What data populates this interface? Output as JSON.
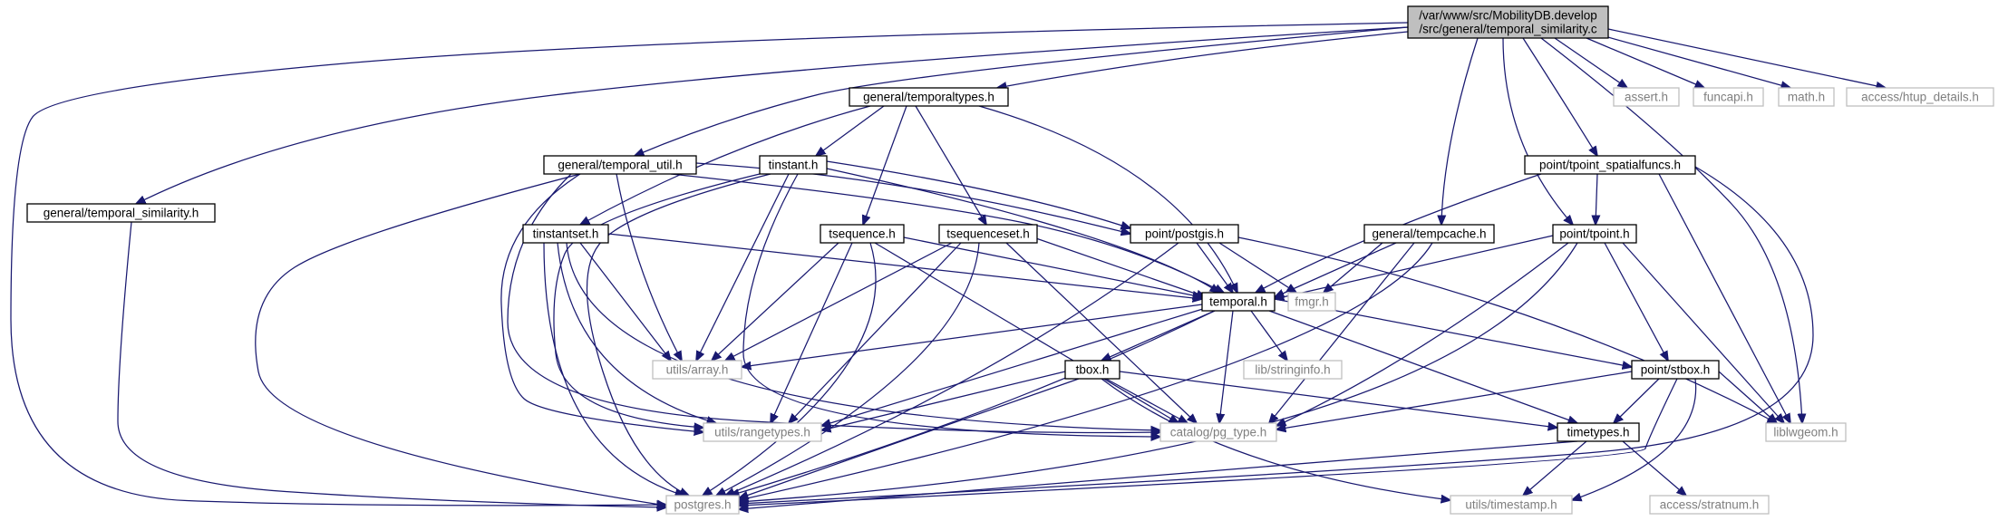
{
  "graph": {
    "root": "temporal_similarity_c",
    "nodes": [
      {
        "id": "temporal_similarity_c",
        "lines": [
          "/var/www/src/MobilityDB.develop",
          "/src/general/temporal_similarity.c"
        ],
        "kind": "root"
      },
      {
        "id": "postgres_h",
        "lines": [
          "postgres.h"
        ],
        "kind": "system"
      },
      {
        "id": "general_temporal_similarity_h",
        "lines": [
          "general/temporal_similarity.h"
        ],
        "kind": "local"
      },
      {
        "id": "general_temporal_util_h",
        "lines": [
          "general/temporal_util.h"
        ],
        "kind": "local"
      },
      {
        "id": "general_temporaltypes_h",
        "lines": [
          "general/temporaltypes.h"
        ],
        "kind": "local"
      },
      {
        "id": "general_tempcache_h",
        "lines": [
          "general/tempcache.h"
        ],
        "kind": "local"
      },
      {
        "id": "point_tpoint_spatialfuncs_h",
        "lines": [
          "point/tpoint_spatialfuncs.h"
        ],
        "kind": "local"
      },
      {
        "id": "point_tpoint_h",
        "lines": [
          "point/tpoint.h"
        ],
        "kind": "local"
      },
      {
        "id": "assert_h",
        "lines": [
          "assert.h"
        ],
        "kind": "system"
      },
      {
        "id": "funcapi_h",
        "lines": [
          "funcapi.h"
        ],
        "kind": "system"
      },
      {
        "id": "math_h",
        "lines": [
          "math.h"
        ],
        "kind": "system"
      },
      {
        "id": "access_htup_details_h",
        "lines": [
          "access/htup_details.h"
        ],
        "kind": "system"
      },
      {
        "id": "liblwgeom_h",
        "lines": [
          "liblwgeom.h"
        ],
        "kind": "system"
      },
      {
        "id": "tinstant_h",
        "lines": [
          "tinstant.h"
        ],
        "kind": "local"
      },
      {
        "id": "tinstantset_h",
        "lines": [
          "tinstantset.h"
        ],
        "kind": "local"
      },
      {
        "id": "tsequence_h",
        "lines": [
          "tsequence.h"
        ],
        "kind": "local"
      },
      {
        "id": "tsequenceset_h",
        "lines": [
          "tsequenceset.h"
        ],
        "kind": "local"
      },
      {
        "id": "point_postgis_h",
        "lines": [
          "point/postgis.h"
        ],
        "kind": "local"
      },
      {
        "id": "temporal_h",
        "lines": [
          "temporal.h"
        ],
        "kind": "local"
      },
      {
        "id": "fmgr_h",
        "lines": [
          "fmgr.h"
        ],
        "kind": "system"
      },
      {
        "id": "utils_array_h",
        "lines": [
          "utils/array.h"
        ],
        "kind": "system"
      },
      {
        "id": "lib_stringinfo_h",
        "lines": [
          "lib/stringinfo.h"
        ],
        "kind": "system"
      },
      {
        "id": "tbox_h",
        "lines": [
          "tbox.h"
        ],
        "kind": "local"
      },
      {
        "id": "point_stbox_h",
        "lines": [
          "point/stbox.h"
        ],
        "kind": "local"
      },
      {
        "id": "utils_rangetypes_h",
        "lines": [
          "utils/rangetypes.h"
        ],
        "kind": "system"
      },
      {
        "id": "catalog_pg_type_h",
        "lines": [
          "catalog/pg_type.h"
        ],
        "kind": "system"
      },
      {
        "id": "timetypes_h",
        "lines": [
          "timetypes.h"
        ],
        "kind": "local"
      },
      {
        "id": "utils_timestamp_h",
        "lines": [
          "utils/timestamp.h"
        ],
        "kind": "system"
      },
      {
        "id": "access_stratnum_h",
        "lines": [
          "access/stratnum.h"
        ],
        "kind": "system"
      }
    ],
    "edges": [
      [
        "temporal_similarity_c",
        "postgres_h"
      ],
      [
        "temporal_similarity_c",
        "general_temporal_similarity_h"
      ],
      [
        "temporal_similarity_c",
        "general_temporal_util_h"
      ],
      [
        "temporal_similarity_c",
        "general_temporaltypes_h"
      ],
      [
        "temporal_similarity_c",
        "general_tempcache_h"
      ],
      [
        "temporal_similarity_c",
        "point_tpoint_spatialfuncs_h"
      ],
      [
        "temporal_similarity_c",
        "point_tpoint_h"
      ],
      [
        "temporal_similarity_c",
        "assert_h"
      ],
      [
        "temporal_similarity_c",
        "funcapi_h"
      ],
      [
        "temporal_similarity_c",
        "math_h"
      ],
      [
        "temporal_similarity_c",
        "access_htup_details_h"
      ],
      [
        "temporal_similarity_c",
        "liblwgeom_h"
      ],
      [
        "general_temporal_similarity_h",
        "postgres_h"
      ],
      [
        "general_temporal_util_h",
        "postgres_h"
      ],
      [
        "general_temporal_util_h",
        "utils_array_h"
      ],
      [
        "general_temporal_util_h",
        "utils_rangetypes_h"
      ],
      [
        "general_temporal_util_h",
        "catalog_pg_type_h"
      ],
      [
        "general_temporal_util_h",
        "temporal_h"
      ],
      [
        "general_temporal_util_h",
        "point_postgis_h"
      ],
      [
        "general_temporaltypes_h",
        "tinstant_h"
      ],
      [
        "general_temporaltypes_h",
        "tinstantset_h"
      ],
      [
        "general_temporaltypes_h",
        "tsequence_h"
      ],
      [
        "general_temporaltypes_h",
        "tsequenceset_h"
      ],
      [
        "general_temporaltypes_h",
        "temporal_h"
      ],
      [
        "tinstant_h",
        "postgres_h"
      ],
      [
        "tinstant_h",
        "utils_array_h"
      ],
      [
        "tinstant_h",
        "utils_rangetypes_h"
      ],
      [
        "tinstant_h",
        "catalog_pg_type_h"
      ],
      [
        "tinstant_h",
        "temporal_h"
      ],
      [
        "tinstant_h",
        "point_postgis_h"
      ],
      [
        "tinstantset_h",
        "postgres_h"
      ],
      [
        "tinstantset_h",
        "utils_array_h"
      ],
      [
        "tinstantset_h",
        "utils_rangetypes_h"
      ],
      [
        "tinstantset_h",
        "catalog_pg_type_h"
      ],
      [
        "tinstantset_h",
        "temporal_h"
      ],
      [
        "tsequence_h",
        "postgres_h"
      ],
      [
        "tsequence_h",
        "utils_array_h"
      ],
      [
        "tsequence_h",
        "utils_rangetypes_h"
      ],
      [
        "tsequence_h",
        "catalog_pg_type_h"
      ],
      [
        "tsequence_h",
        "temporal_h"
      ],
      [
        "tsequenceset_h",
        "postgres_h"
      ],
      [
        "tsequenceset_h",
        "utils_array_h"
      ],
      [
        "tsequenceset_h",
        "utils_rangetypes_h"
      ],
      [
        "tsequenceset_h",
        "catalog_pg_type_h"
      ],
      [
        "tsequenceset_h",
        "temporal_h"
      ],
      [
        "point_postgis_h",
        "postgres_h"
      ],
      [
        "point_postgis_h",
        "temporal_h"
      ],
      [
        "point_postgis_h",
        "fmgr_h"
      ],
      [
        "point_postgis_h",
        "liblwgeom_h"
      ],
      [
        "temporal_h",
        "postgres_h"
      ],
      [
        "temporal_h",
        "utils_array_h"
      ],
      [
        "temporal_h",
        "utils_rangetypes_h"
      ],
      [
        "temporal_h",
        "catalog_pg_type_h"
      ],
      [
        "temporal_h",
        "lib_stringinfo_h"
      ],
      [
        "temporal_h",
        "tbox_h"
      ],
      [
        "temporal_h",
        "point_stbox_h"
      ],
      [
        "temporal_h",
        "timetypes_h"
      ],
      [
        "tbox_h",
        "postgres_h"
      ],
      [
        "tbox_h",
        "utils_rangetypes_h"
      ],
      [
        "tbox_h",
        "catalog_pg_type_h"
      ],
      [
        "tbox_h",
        "timetypes_h"
      ],
      [
        "tbox_h",
        "utils_timestamp_h"
      ],
      [
        "general_tempcache_h",
        "postgres_h"
      ],
      [
        "general_tempcache_h",
        "catalog_pg_type_h"
      ],
      [
        "general_tempcache_h",
        "temporal_h"
      ],
      [
        "general_tempcache_h",
        "fmgr_h"
      ],
      [
        "point_tpoint_spatialfuncs_h",
        "postgres_h"
      ],
      [
        "point_tpoint_spatialfuncs_h",
        "temporal_h"
      ],
      [
        "point_tpoint_spatialfuncs_h",
        "point_tpoint_h"
      ],
      [
        "point_tpoint_spatialfuncs_h",
        "liblwgeom_h"
      ],
      [
        "point_tpoint_h",
        "postgres_h"
      ],
      [
        "point_tpoint_h",
        "catalog_pg_type_h"
      ],
      [
        "point_tpoint_h",
        "temporal_h"
      ],
      [
        "point_tpoint_h",
        "point_stbox_h"
      ],
      [
        "point_tpoint_h",
        "liblwgeom_h"
      ],
      [
        "point_stbox_h",
        "postgres_h"
      ],
      [
        "point_stbox_h",
        "catalog_pg_type_h"
      ],
      [
        "point_stbox_h",
        "timetypes_h"
      ],
      [
        "point_stbox_h",
        "utils_timestamp_h"
      ],
      [
        "point_stbox_h",
        "liblwgeom_h"
      ],
      [
        "timetypes_h",
        "postgres_h"
      ],
      [
        "timetypes_h",
        "utils_timestamp_h"
      ],
      [
        "timetypes_h",
        "access_stratnum_h"
      ]
    ]
  },
  "colors": {
    "edge": "#191970",
    "local_border": "#000000",
    "system_border": "#bfbfbf",
    "system_text": "#7f7f7f",
    "root_fill": "#bfbfbf",
    "background": "#ffffff"
  }
}
